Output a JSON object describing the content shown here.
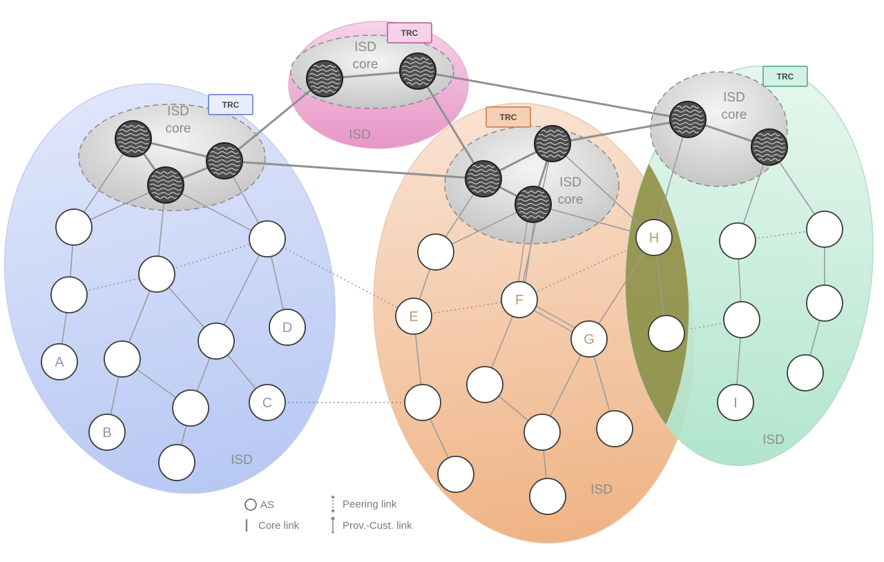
{
  "labels": {
    "isd": "ISD",
    "isd_core_line1": "ISD",
    "isd_core_line2": "core",
    "trc": "TRC"
  },
  "colors": {
    "blue_isd": "#c7d3f5",
    "pink_isd": "#e79fcb",
    "orange_isd": "#f0b98f",
    "green_isd": "#bfe8d4",
    "core_fill": "#d2d2d2",
    "link": "#9a9a9a",
    "core_as_fill": "#4a4a4a",
    "as_fill": "#ffffff",
    "label_blue": "#8a97b8",
    "label_orange": "#b99a74",
    "label_green": "#6aa9a0"
  },
  "as_names": {
    "A": "A",
    "B": "B",
    "C": "C",
    "D": "D",
    "E": "E",
    "F": "F",
    "G": "G",
    "H": "H",
    "I": "I"
  },
  "legend": {
    "as": "AS",
    "core_link": "Core link",
    "peering_link": "Peering link",
    "prov_cust_link": "Prov.-Cust. link"
  }
}
